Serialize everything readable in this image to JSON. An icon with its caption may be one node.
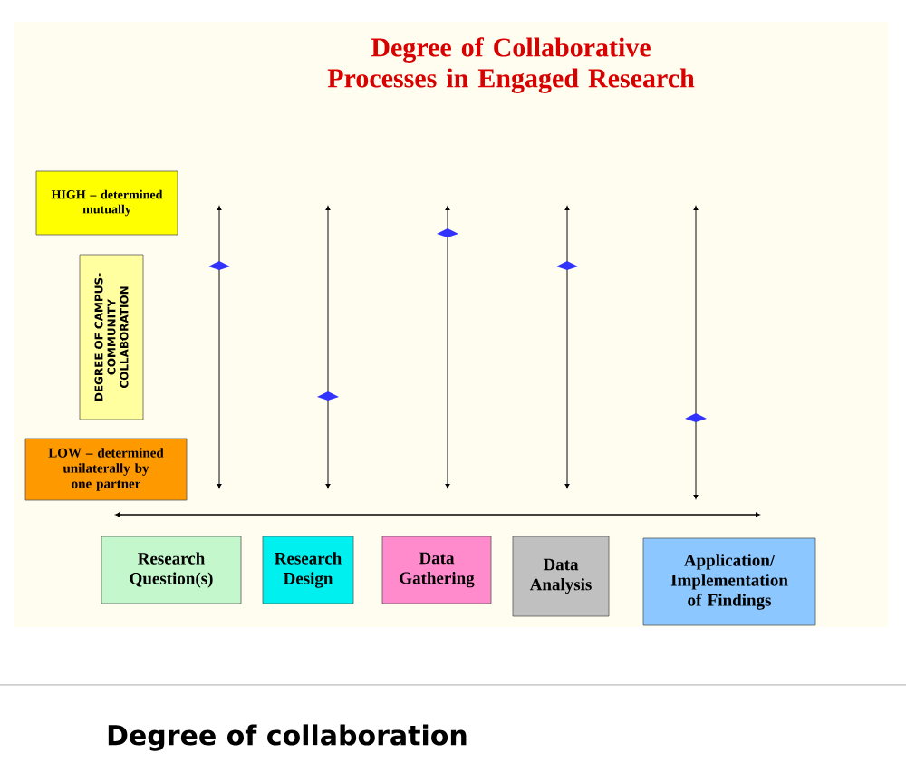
{
  "diagram": {
    "title": "Degree of Collaborative Processes in Engaged Research",
    "caption": "Degree of collaboration",
    "nodes": [
      {
        "text": [
          "HIGH – determined mutually"
        ]
      },
      {
        "text": [
          "DEGREE OF CAMPUS-COMMUNITY COLLABORATION"
        ]
      },
      {
        "text": [
          "LOW – determined unilaterally by one partner"
        ]
      },
      {
        "text": [
          "Research Question(s)"
        ]
      },
      {
        "text": [
          "Research Design"
        ]
      },
      {
        "text": [
          "Data Gathering"
        ]
      },
      {
        "text": [
          "Data Analysis"
        ]
      },
      {
        "text": [
          "Application/ Implementation of Findings"
        ]
      }
    ]
  }
}
